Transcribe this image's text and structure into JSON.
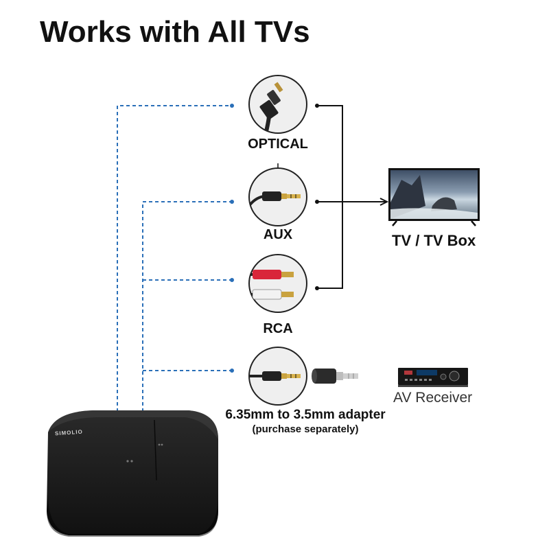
{
  "title": "Works with All TVs",
  "connectors": [
    {
      "label": "OPTICAL",
      "icon": "optical-plug-icon"
    },
    {
      "label": "AUX",
      "icon": "aux-plug-icon"
    },
    {
      "label": "RCA",
      "icon": "rca-plug-icon"
    },
    {
      "label": "6.35mm to 3.5mm adapter",
      "note": "(purchase separately)",
      "icon": "adapter-plug-icon"
    }
  ],
  "targets": {
    "tv": {
      "label": "TV / TV Box",
      "icon": "tv-icon"
    },
    "receiver": {
      "label": "AV Receiver",
      "icon": "av-receiver-icon"
    }
  },
  "device": {
    "brand": "SIMOLIO",
    "icon": "transmitter-device-icon"
  },
  "colors": {
    "dashed_link": "#2a6fb8",
    "solid_link": "#111111",
    "device": "#1f1f1f"
  }
}
